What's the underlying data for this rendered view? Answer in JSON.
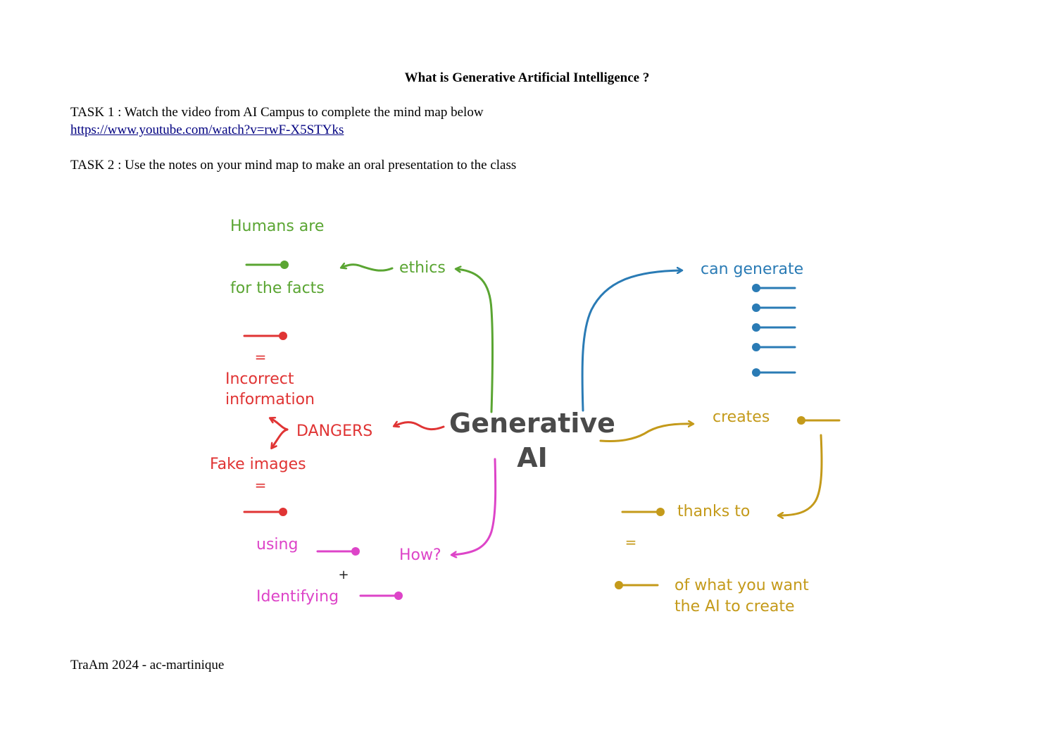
{
  "page": {
    "title": "What is Generative Artificial Intelligence ?",
    "task1": "TASK 1 : Watch the video from AI Campus to complete the mind map below",
    "link": "https://www.youtube.com/watch?v=rwF-X5STYks",
    "task2": "TASK 2 : Use the notes on your mind map to make an oral presentation to the class",
    "footer": "TraAm 2024 - ac-martinique"
  },
  "mindmap": {
    "center_line1": "Generative",
    "center_line2": "AI",
    "ethics": {
      "label": "ethics",
      "humans_are": "Humans are",
      "for_the_facts": "for the facts"
    },
    "dangers": {
      "label": "DANGERS",
      "equals1": "=",
      "incorrect_line1": "Incorrect",
      "incorrect_line2": "information",
      "fake_images": "Fake images",
      "equals2": "="
    },
    "how": {
      "label": "How?",
      "using": "using",
      "plus": "+",
      "identifying": "Identifying"
    },
    "can_generate": {
      "label": "can generate"
    },
    "creates": {
      "label": "creates",
      "thanks_to": "thanks to",
      "equals": "=",
      "want_line1": "of what you want",
      "want_line2": "the AI to create"
    },
    "colors": {
      "center": "#4a4a4a",
      "ethics": "#5aa532",
      "dangers": "#e03434",
      "how": "#dd44c8",
      "can_generate": "#2a7bb5",
      "creates": "#c49a1a"
    }
  }
}
